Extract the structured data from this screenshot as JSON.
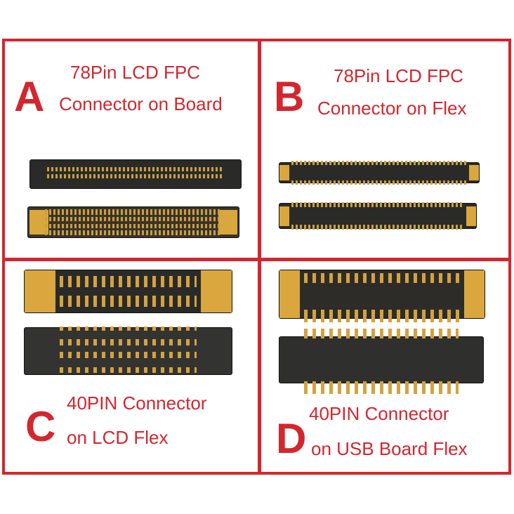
{
  "panels": [
    {
      "letter": "A",
      "line1": "78Pin LCD FPC",
      "line2": "Connector on Board"
    },
    {
      "letter": "B",
      "line1": "78Pin LCD FPC",
      "line2": "Connector on Flex"
    },
    {
      "letter": "C",
      "line1": "40PIN Connector",
      "line2": "on LCD Flex"
    },
    {
      "letter": "D",
      "line1": "40PIN Connector",
      "line2": "on USB Board Flex"
    }
  ],
  "colors": {
    "accent": "#d3262e",
    "connector_body": "#2a2a28",
    "gold": "#d9a73d"
  }
}
